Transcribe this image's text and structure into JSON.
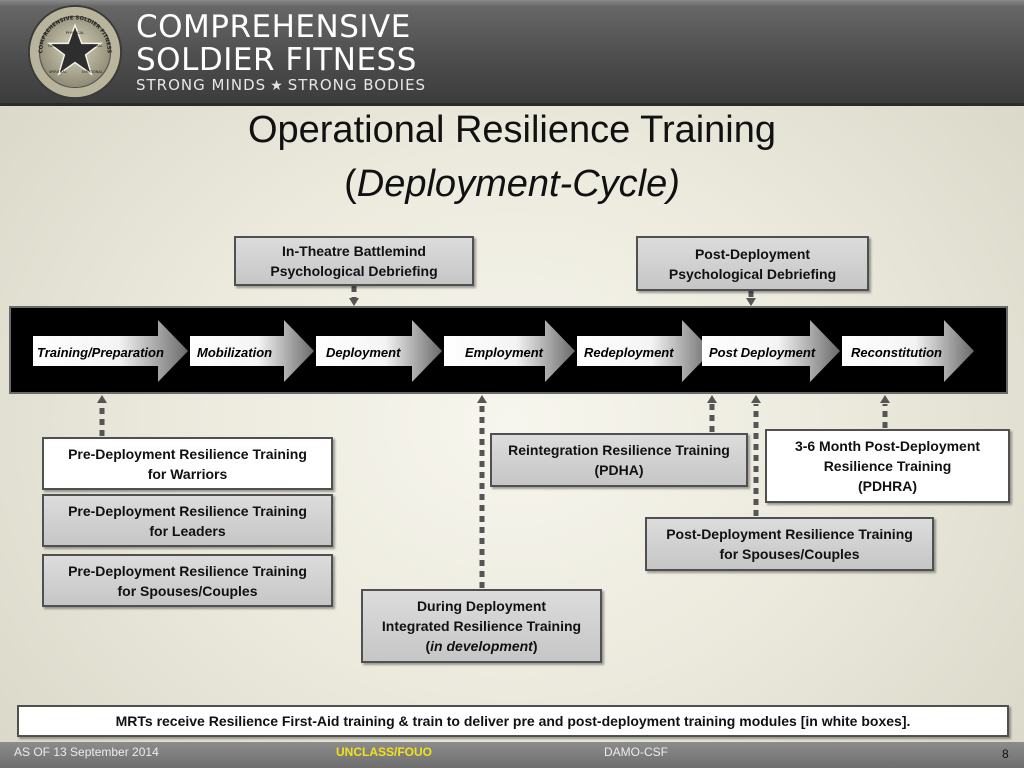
{
  "header": {
    "brand_line1": "COMPREHENSIVE",
    "brand_line2": "SOLDIER FITNESS",
    "tagline_left": "STRONG MINDS",
    "tagline_right": "STRONG BODIES",
    "seal_text": "COMPREHENSIVE SOLDIER FITNESS",
    "seal_words": [
      "PHYSICAL",
      "FAMILY",
      "SOCIAL",
      "SPIRITUAL",
      "EMOTIONAL"
    ]
  },
  "title": {
    "line1": "Operational Resilience Training",
    "line2_open": "(",
    "line2_italic": "Deployment-Cycle)"
  },
  "top_boxes": [
    {
      "lines": [
        "In-Theatre Battlemind",
        "Psychological Debriefing"
      ]
    },
    {
      "lines": [
        "Post-Deployment",
        "Psychological Debriefing"
      ]
    }
  ],
  "phases": [
    "Training/Preparation",
    "Mobilization",
    "Deployment",
    "Employment",
    "Redeployment",
    "Post Deployment",
    "Reconstitution"
  ],
  "bottom_boxes": {
    "pre_warriors": [
      "Pre-Deployment Resilience Training",
      "for Warriors"
    ],
    "pre_leaders": [
      "Pre-Deployment Resilience Training",
      "for Leaders"
    ],
    "pre_spouses": [
      "Pre-Deployment  Resilience Training",
      "for  Spouses/Couples"
    ],
    "during": {
      "line1": "During Deployment",
      "line2": "Integrated Resilience Training",
      "line3_open": "(",
      "line3_italic": "in development",
      "line3_close": ")"
    },
    "reintegration": [
      "Reintegration Resilience Training",
      "(PDHA)"
    ],
    "post_spouses": [
      "Post-Deployment Resilience Training",
      "for  Spouses/Couples"
    ],
    "three_six": [
      "3-6 Month Post-Deployment",
      "Resilience Training",
      "(PDHRA)"
    ]
  },
  "note": "MRTs receive Resilience First-Aid training & train to deliver pre and post-deployment training modules [in white boxes].",
  "footer": {
    "date": "AS OF 13 September 2014",
    "classification": "UNCLASS/FOUO",
    "org": "DAMO-CSF",
    "page": "8"
  },
  "colors": {
    "header_bg": "#4e4e4e",
    "box_gray": "#c6c6c6",
    "band": "#000000",
    "classification": "#f2e21a"
  }
}
